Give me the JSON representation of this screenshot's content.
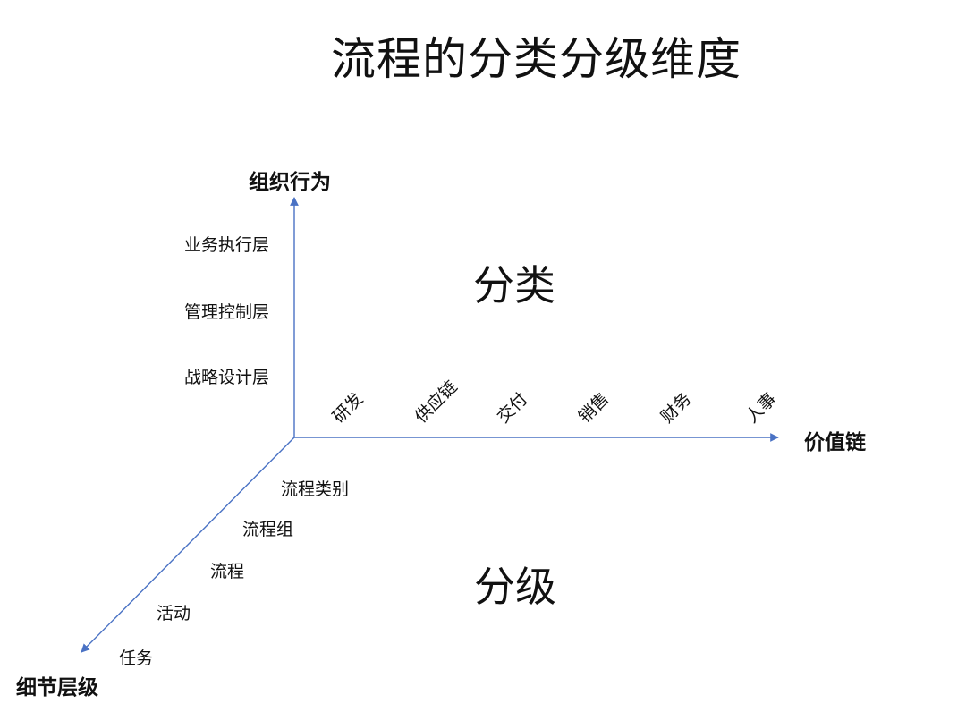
{
  "title": "流程的分类分级维度",
  "regions": {
    "classification": "分类",
    "grading": "分级"
  },
  "axes": {
    "vertical": {
      "title": "组织行为",
      "ticks": [
        "业务执行层",
        "管理控制层",
        "战略设计层"
      ]
    },
    "horizontal": {
      "title": "价值链",
      "ticks": [
        "研发",
        "供应链",
        "交付",
        "销售",
        "财务",
        "人事"
      ]
    },
    "diagonal": {
      "title": "细节层级",
      "ticks": [
        "流程类别",
        "流程组",
        "流程",
        "活动",
        "任务"
      ]
    }
  },
  "colors": {
    "axis": "#4a72c4",
    "text": "#111111"
  }
}
